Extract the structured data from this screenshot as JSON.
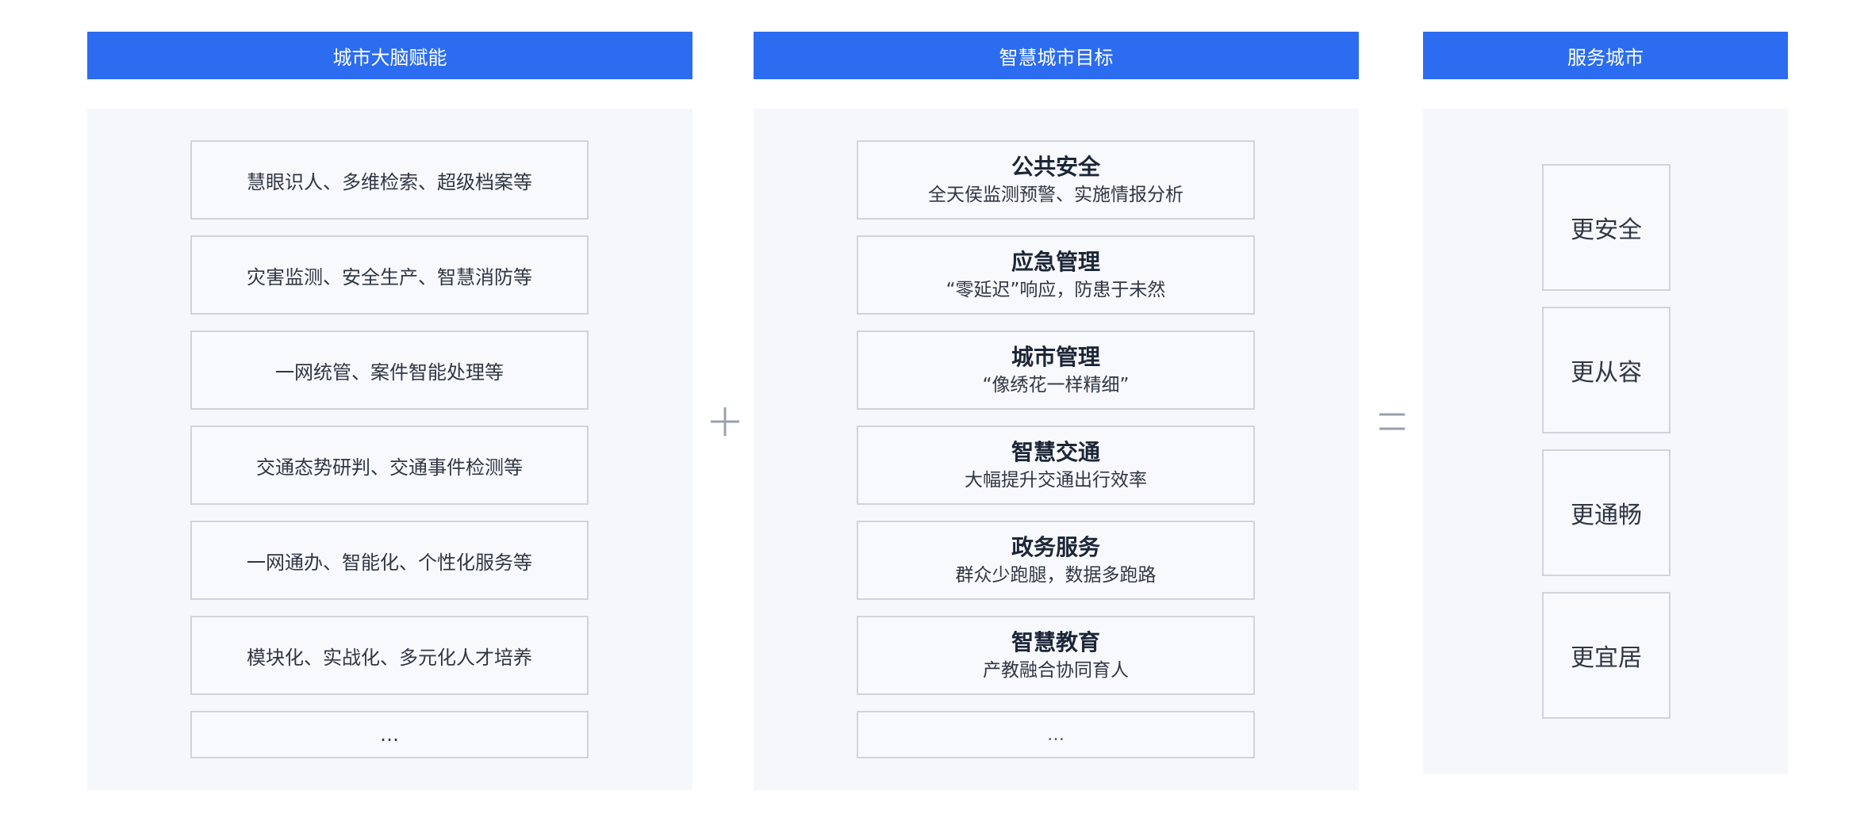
{
  "columns": [
    {
      "header": "城市大脑赋能",
      "items": [
        "慧眼识人、多维检索、超级档案等",
        "灾害监测、安全生产、智慧消防等",
        "一网统管、案件智能处理等",
        "交通态势研判、交通事件检测等",
        "一网通办、智能化、个性化服务等",
        "模块化、实战化、多元化人才培养"
      ],
      "more": "…"
    },
    {
      "header": "智慧城市目标",
      "items": [
        {
          "title": "公共安全",
          "desc": "全天侯监测预警、实施情报分析"
        },
        {
          "title": "应急管理",
          "desc": "“零延迟”响应，防患于未然"
        },
        {
          "title": "城市管理",
          "desc": "“像绣花一样精细”"
        },
        {
          "title": "智慧交通",
          "desc": "大幅提升交通出行效率"
        },
        {
          "title": "政务服务",
          "desc": "群众少跑腿，数据多跑路"
        },
        {
          "title": "智慧教育",
          "desc": "产教融合协同育人"
        }
      ],
      "more": "…"
    },
    {
      "header": "服务城市",
      "items": [
        "更安全",
        "更从容",
        "更通畅",
        "更宜居"
      ]
    }
  ],
  "operators": {
    "plus": "plus-operator",
    "equals": "equals-operator"
  },
  "colors": {
    "header_bg": "#2b6cf0",
    "panel_bg": "#f5f7fb",
    "box_border": "#cfd4dc",
    "operator": "#9aa1ad"
  }
}
